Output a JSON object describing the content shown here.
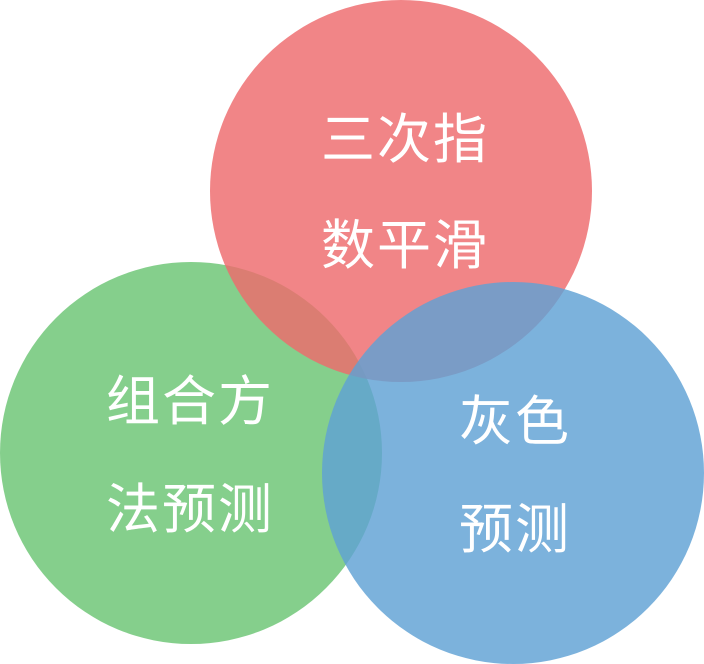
{
  "circles": [
    {
      "id": "red",
      "line1": "三次指",
      "line2": "数平滑",
      "color": "#EE6A6C"
    },
    {
      "id": "green",
      "line1": "组合方",
      "line2": "法预测",
      "color": "#7ECC86"
    },
    {
      "id": "blue",
      "line1": "灰色",
      "line2": "预测",
      "color": "#5FA1D4"
    }
  ]
}
